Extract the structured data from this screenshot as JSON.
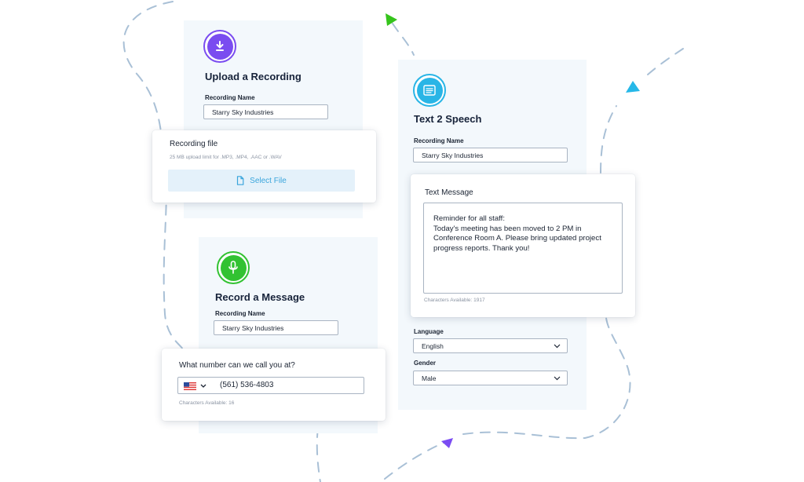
{
  "colors": {
    "purple": "#7a4cf0",
    "green": "#32c232",
    "cyan": "#29b5e6",
    "panel_bg": "#f3f8fc",
    "dashes": "#a9c0d6",
    "select_file_text": "#3aa5dc"
  },
  "upload_recording": {
    "icon": "download-icon",
    "title": "Upload a Recording",
    "recording_name_label": "Recording Name",
    "recording_name_value": "Starry Sky Industries",
    "file_card": {
      "heading": "Recording file",
      "hint": "25 MB upload limit for .MP3, .MP4, .AAC or .WAV",
      "button_icon": "file-icon",
      "button_label": "Select File"
    }
  },
  "record_message": {
    "icon": "microphone-icon",
    "title": "Record a Message",
    "recording_name_label": "Recording Name",
    "recording_name_value": "Starry Sky Industries",
    "phone_card": {
      "heading": "What number can we call you at?",
      "country_flag": "us-flag-icon",
      "phone_value": "(561) 536-4803",
      "chars_available": "Characters Available: 16"
    }
  },
  "text_to_speech": {
    "icon": "text-document-icon",
    "title": "Text 2 Speech",
    "recording_name_label": "Recording Name",
    "recording_name_value": "Starry Sky Industries",
    "message_card": {
      "heading": "Text Message",
      "message": "Reminder for all staff:\nToday's meeting has been moved to 2 PM in Conference Room A. Please bring updated project progress reports. Thank you!",
      "chars_available": "Characters Available: 1917"
    },
    "language_label": "Language",
    "language_value": "English",
    "gender_label": "Gender",
    "gender_value": "Male"
  }
}
